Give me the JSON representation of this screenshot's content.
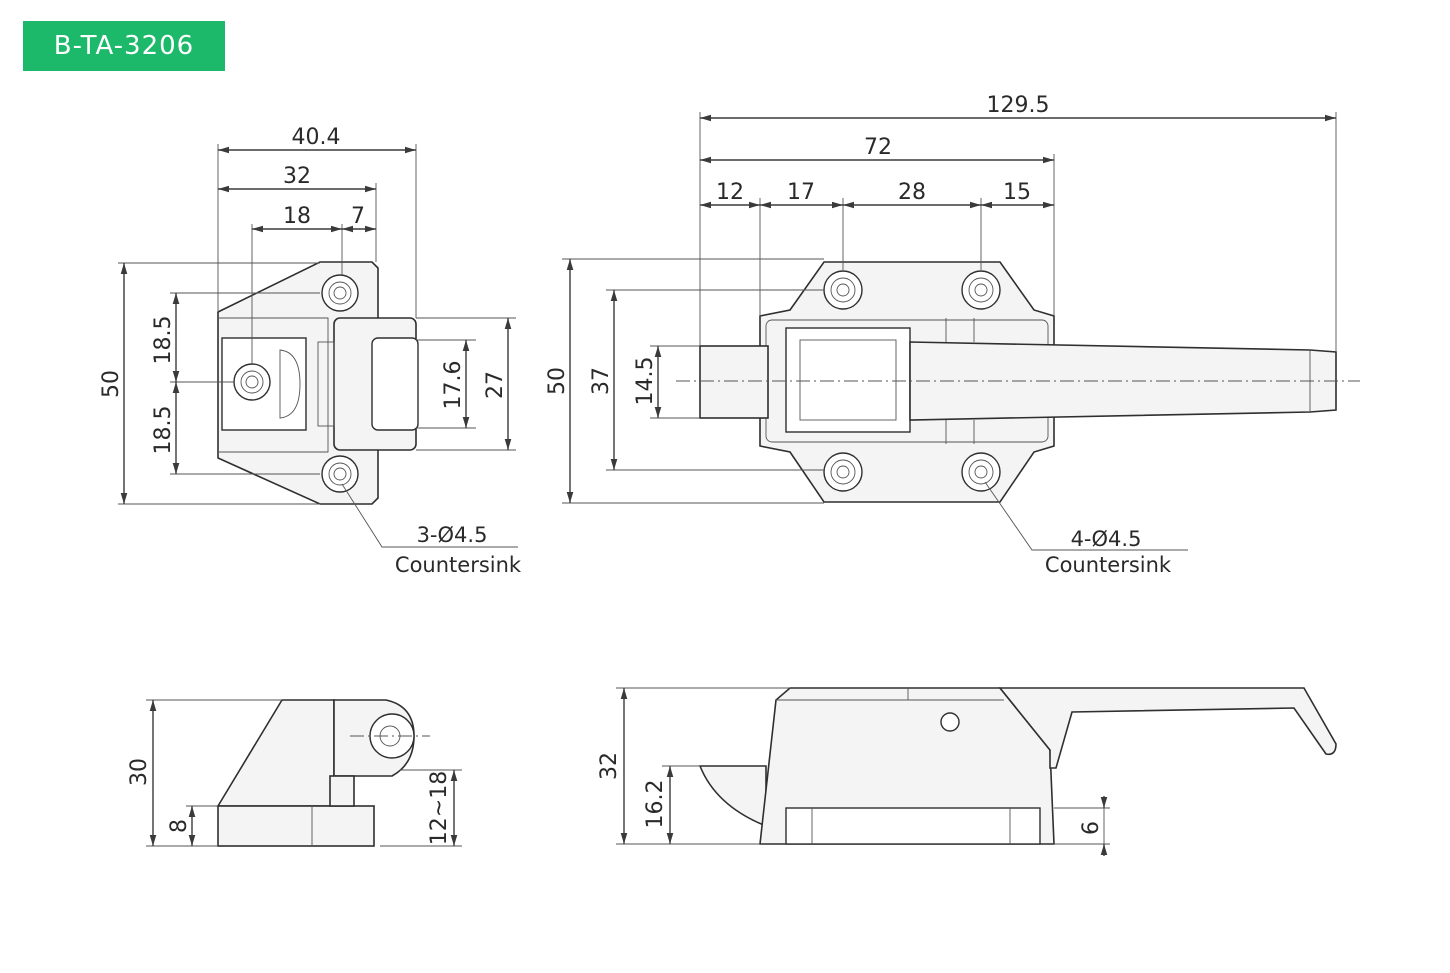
{
  "model_badge": {
    "label": "B-TA-3206",
    "color": "#1db96a"
  },
  "front_strike": {
    "dims": {
      "total_width": "40.4",
      "base_width": "32",
      "hole_offset": "18",
      "edge_offset": "7",
      "height": "50",
      "upper_half": "18.5",
      "lower_half": "18.5",
      "roller_span": "17.6",
      "roller_block": "27"
    },
    "hole_note": {
      "count": "3-Ø4.5",
      "type": "Countersink"
    }
  },
  "front_latch": {
    "dims": {
      "overall_length": "129.5",
      "body_length": "72",
      "seg1": "12",
      "seg2": "17",
      "seg3": "28",
      "seg4": "15",
      "height": "50",
      "hole_spacing": "37",
      "bolt_height": "14.5"
    },
    "hole_note": {
      "count": "4-Ø4.5",
      "type": "Countersink"
    }
  },
  "side_strike": {
    "dims": {
      "height": "30",
      "base": "8",
      "adjust": "12~18"
    }
  },
  "side_latch": {
    "dims": {
      "height": "32",
      "bolt_height": "16.2",
      "base": "6"
    }
  }
}
